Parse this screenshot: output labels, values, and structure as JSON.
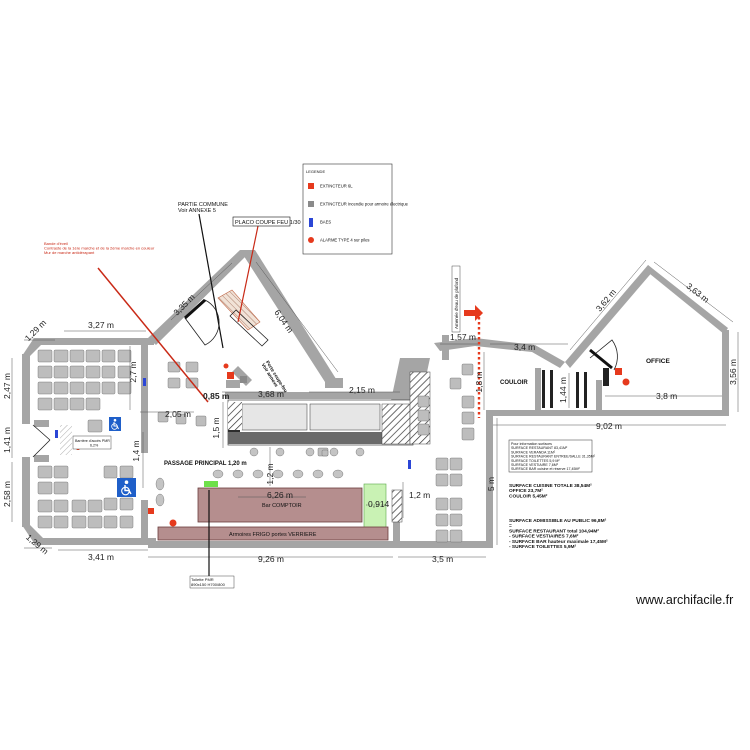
{
  "dimensions": {
    "d_129_top": "1,29 m",
    "d_327": "3,27 m",
    "d_247": "2,47 m",
    "d_27": "2,7 m",
    "d_141": "1,41 m",
    "d_258": "2,58 m",
    "d_129_bottom": "1,29 m",
    "d_341": "3,41 m",
    "d_335": "3,35 m",
    "d_604": "6,04 m",
    "d_085": "0,85 m",
    "d_368": "3,68 m",
    "d_215": "2,15 m",
    "d_205": "2,05 m",
    "d_15": "1,5 m",
    "d_14": "1,4 m",
    "d_12": "1,2 m",
    "d_626": "6,26 m",
    "d_12b": "1,2 m",
    "d_0914": "0,914",
    "d_926": "9,26 m",
    "d_35": "3,5 m",
    "d_5": "5 m",
    "d_157": "1,57 m",
    "d_34": "3,4 m",
    "d_18": "1,8 m",
    "d_144": "1,44 m",
    "d_38": "3,8 m",
    "d_902": "9,02 m",
    "d_362": "3,62 m",
    "d_363": "3,63 m",
    "d_356": "3,56 m"
  },
  "rooms": {
    "passage": "PASSAGE PRINCIPAL  1,20 m",
    "bar": "Bar COMPTOIR",
    "armoires": "Armoires FRIGO portes VERRIERE",
    "couloir": "COULOIR",
    "office": "OFFICE"
  },
  "callouts": {
    "partie_commune": "PARTIE COMMUNE\nVoir ANNEXE 5",
    "placo": "PLACO COUPE FEU 1/30",
    "porte_coupe_feu": "Porte coupe-feu\nVoir annexe",
    "red_note": "Bande d'éveil\nContraste de la 1ère marche et de la 2ème marche en couleur\nMur de marche antidérapant",
    "barrier": "Barrière d'accès PMR\n6,2%",
    "toilette": "Toilette PMR\n890x150 H700/800",
    "vertical": "Amenée d'eau de plafond"
  },
  "legend": {
    "title": "LEGENDE",
    "items": [
      {
        "label": "EXTINCTEUR 6L",
        "color": "#e63a1d",
        "shape": "square"
      },
      {
        "label": "EXTINCTEUR Incendie pour armoire électrique",
        "color": "#8a8a8a",
        "shape": "square"
      },
      {
        "label": "BAES",
        "color": "#2b46d6",
        "shape": "rect"
      },
      {
        "label": "ALARME TYPE 4 sur piles",
        "color": "#e63a1d",
        "shape": "circle"
      }
    ]
  },
  "info": {
    "notes": [
      "Pour information surfaces",
      "SURFACE RESTAURANT 83,41M²",
      "SURFACE VERANDA 11M²",
      "SURFACE RESTAURANT ENTREE/SALLE 31,35M²",
      "SURFACE TOILETTES 5,9 M²",
      "SURFACE VESTIAIRE 7,6M²",
      "SURFACE BAR cuisine et réserve 17,45M²"
    ],
    "kitchen": [
      "SURFACE CUISINE TOTALE 38,54M²",
      "OFFICE 23,7M²",
      "COULOIR 5,45M²"
    ],
    "public": [
      "SURFACE ADMISSIBLE AU PUBLIC  96,8M²",
      "=",
      "SURFACE RESTAURANT total 104,94M²",
      "- SURFACE VESTIAIRES 7,6M²",
      "- SURFACE BAR hauteur maximale 17,45M²",
      "- SURFACE TOILETTES  5,9M²"
    ]
  },
  "watermark": "www.archifacile.fr"
}
